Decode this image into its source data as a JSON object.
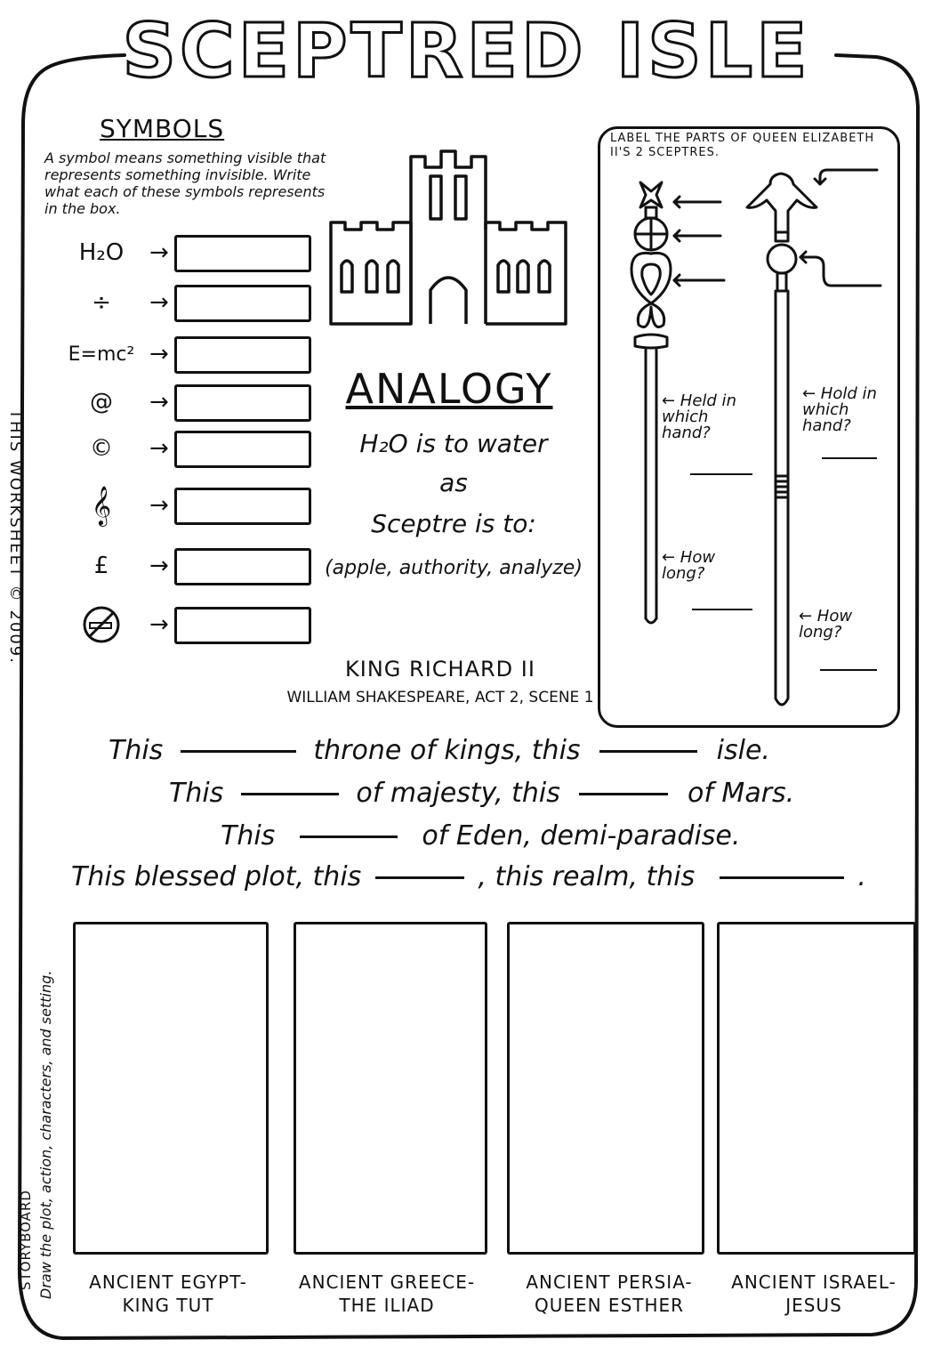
{
  "title": "SCEPTRED ISLE",
  "symbols": {
    "heading": "SYMBOLS",
    "description": "A symbol means something visible that represents something invisible. Write what each of these symbols represents in the box.",
    "items": [
      {
        "label": "H₂O",
        "arrow": "→"
      },
      {
        "label": "÷",
        "arrow": "→"
      },
      {
        "label": "E=mc²",
        "arrow": "→"
      },
      {
        "label": "@",
        "arrow": "→"
      },
      {
        "label": "©",
        "arrow": "→"
      },
      {
        "label": "𝄞",
        "arrow": "→"
      },
      {
        "label": "£",
        "arrow": "→"
      },
      {
        "label": "⃠",
        "arrow": "→"
      }
    ]
  },
  "side_note": "THIS WORKSHEET © 2009.",
  "analogy": {
    "heading": "ANALOGY",
    "line1": "H₂O is to water",
    "line2": "as",
    "line3": "Sceptre is to:",
    "line4": "(apple, authority, analyze)"
  },
  "source": {
    "title": "KING RICHARD II",
    "subtitle": "WILLIAM SHAKESPEARE, ACT 2, SCENE 1"
  },
  "scepters": {
    "instruction": "LABEL THE PARTS OF QUEEN ELIZABETH II's 2 SCEPTRES.",
    "left_hand_q": "← Held in which hand?",
    "left_length_q": "← How long?",
    "right_hand_q": "← Hold in which hand?",
    "right_length_q": "← How long?"
  },
  "quote": {
    "l1a": "This",
    "l1b": "throne of kings, this",
    "l1c": "isle.",
    "l2a": "This",
    "l2b": "of majesty, this",
    "l2c": "of Mars.",
    "l3a": "This",
    "l3b": "of Eden, demi-paradise.",
    "l4a": "This blessed plot, this",
    "l4b": ", this realm, this",
    "l4c": "."
  },
  "storyboard": {
    "label": "STORYBOARD",
    "instruction": "Draw the plot, action, characters, and setting.",
    "panels": [
      {
        "line1": "ANCIENT EGYPT-",
        "line2": "KING TUT"
      },
      {
        "line1": "ANCIENT GREECE-",
        "line2": "THE ILIAD"
      },
      {
        "line1": "ANCIENT PERSIA-",
        "line2": "QUEEN ESTHER"
      },
      {
        "line1": "ANCIENT ISRAEL-",
        "line2": "JESUS"
      }
    ]
  }
}
